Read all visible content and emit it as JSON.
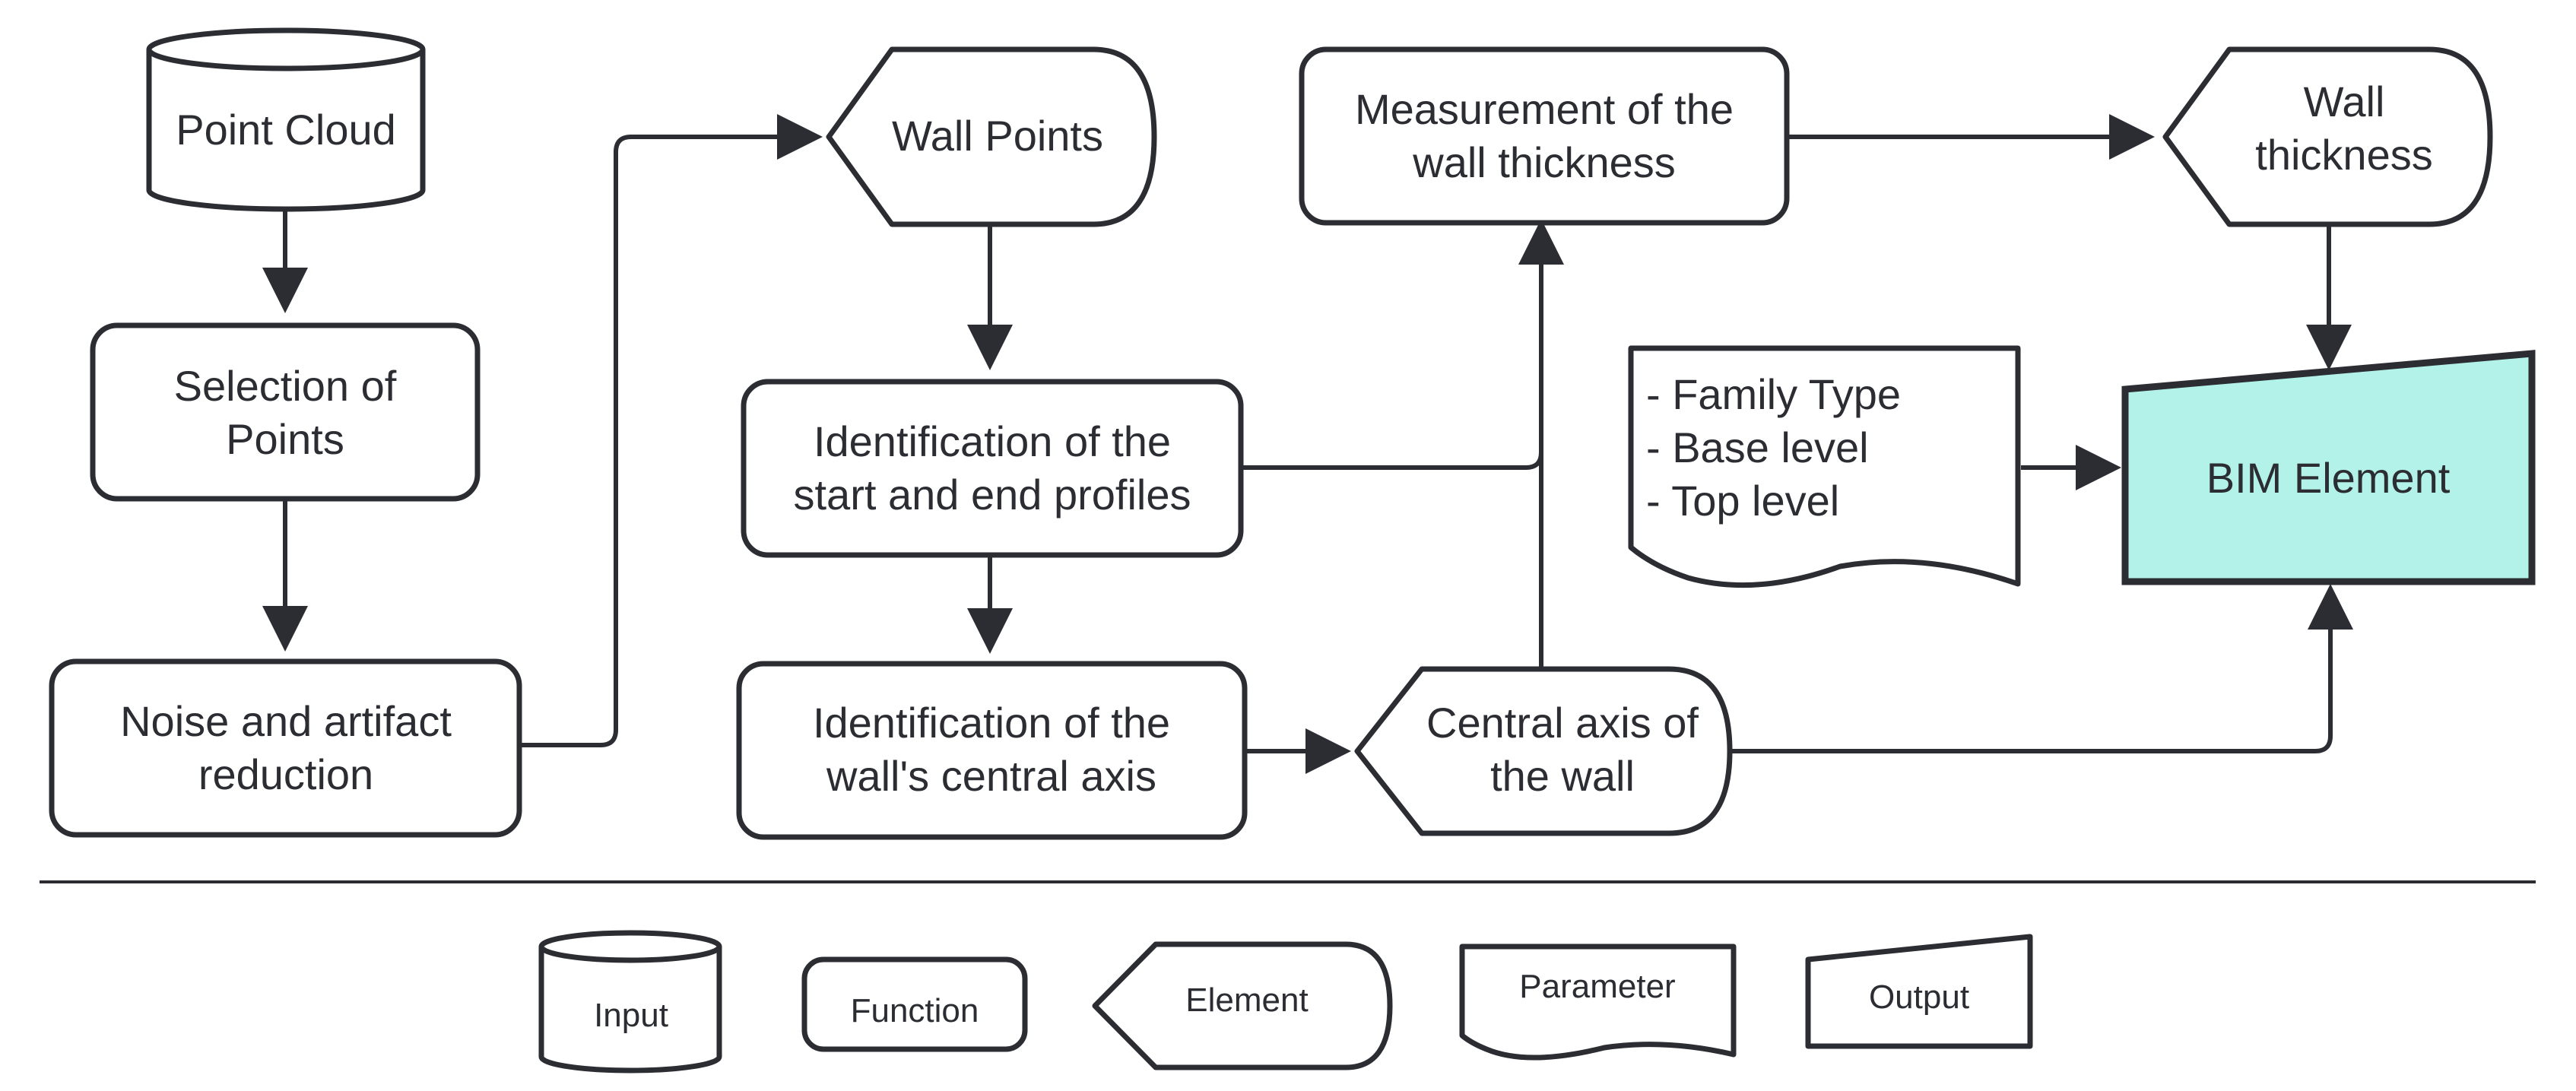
{
  "nodes": {
    "point_cloud": "Point Cloud",
    "selection": [
      "Selection of",
      "Points"
    ],
    "noise": [
      "Noise and artifact",
      "reduction"
    ],
    "wall_points": "Wall Points",
    "profiles": [
      "Identification of the",
      "start and end profiles"
    ],
    "central_axis_id": [
      "Identification of the",
      "wall's central axis"
    ],
    "central_axis": [
      "Central axis of",
      "the wall"
    ],
    "measurement": [
      "Measurement of the",
      "wall thickness"
    ],
    "wall_thickness": [
      "Wall",
      "thickness"
    ],
    "parameters": [
      "- Family Type",
      "- Base level",
      "- Top level"
    ],
    "bim_element": "BIM Element"
  },
  "legend": {
    "input": "Input",
    "function": "Function",
    "element": "Element",
    "parameter": "Parameter",
    "output": "Output"
  },
  "colors": {
    "stroke": "#2b2d33",
    "output_fill": "#b3f2e8"
  }
}
